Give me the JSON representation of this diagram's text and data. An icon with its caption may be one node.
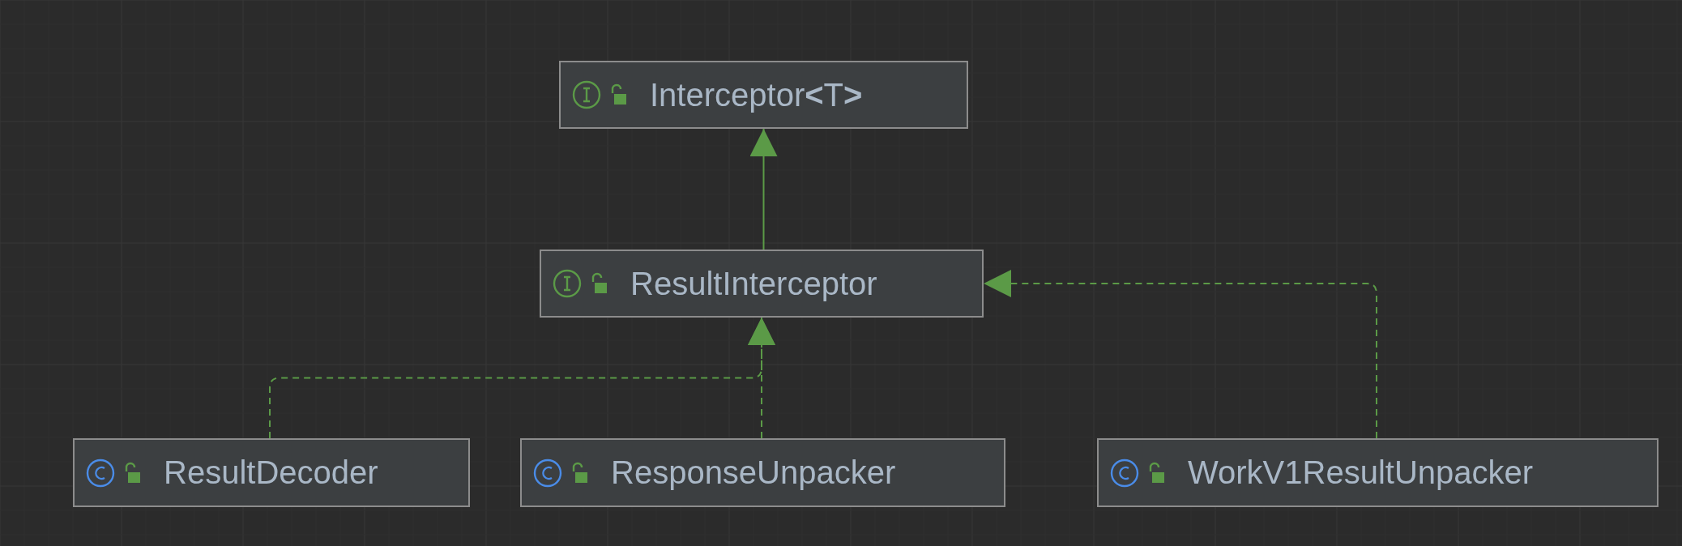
{
  "diagram": {
    "nodes": [
      {
        "text": [
          "Interceptor**<**T**>**"
        ]
      },
      {
        "text": [
          "ResultInterceptor"
        ]
      },
      {
        "text": [
          "ResultDecoder"
        ]
      },
      {
        "text": [
          "ResponseUnpacker"
        ]
      },
      {
        "text": [
          "WorkV1ResultUnpacker"
        ]
      }
    ],
    "edges": [
      {
        "from": 1,
        "to": 0,
        "arrow": "to"
      },
      {
        "from": 2,
        "to": 1,
        "arrow": "to",
        "style": "dashed"
      },
      {
        "from": 3,
        "to": 1,
        "arrow": "to",
        "style": "dashed"
      },
      {
        "from": 4,
        "to": 1,
        "arrow": "to",
        "style": "dashed"
      }
    ]
  }
}
